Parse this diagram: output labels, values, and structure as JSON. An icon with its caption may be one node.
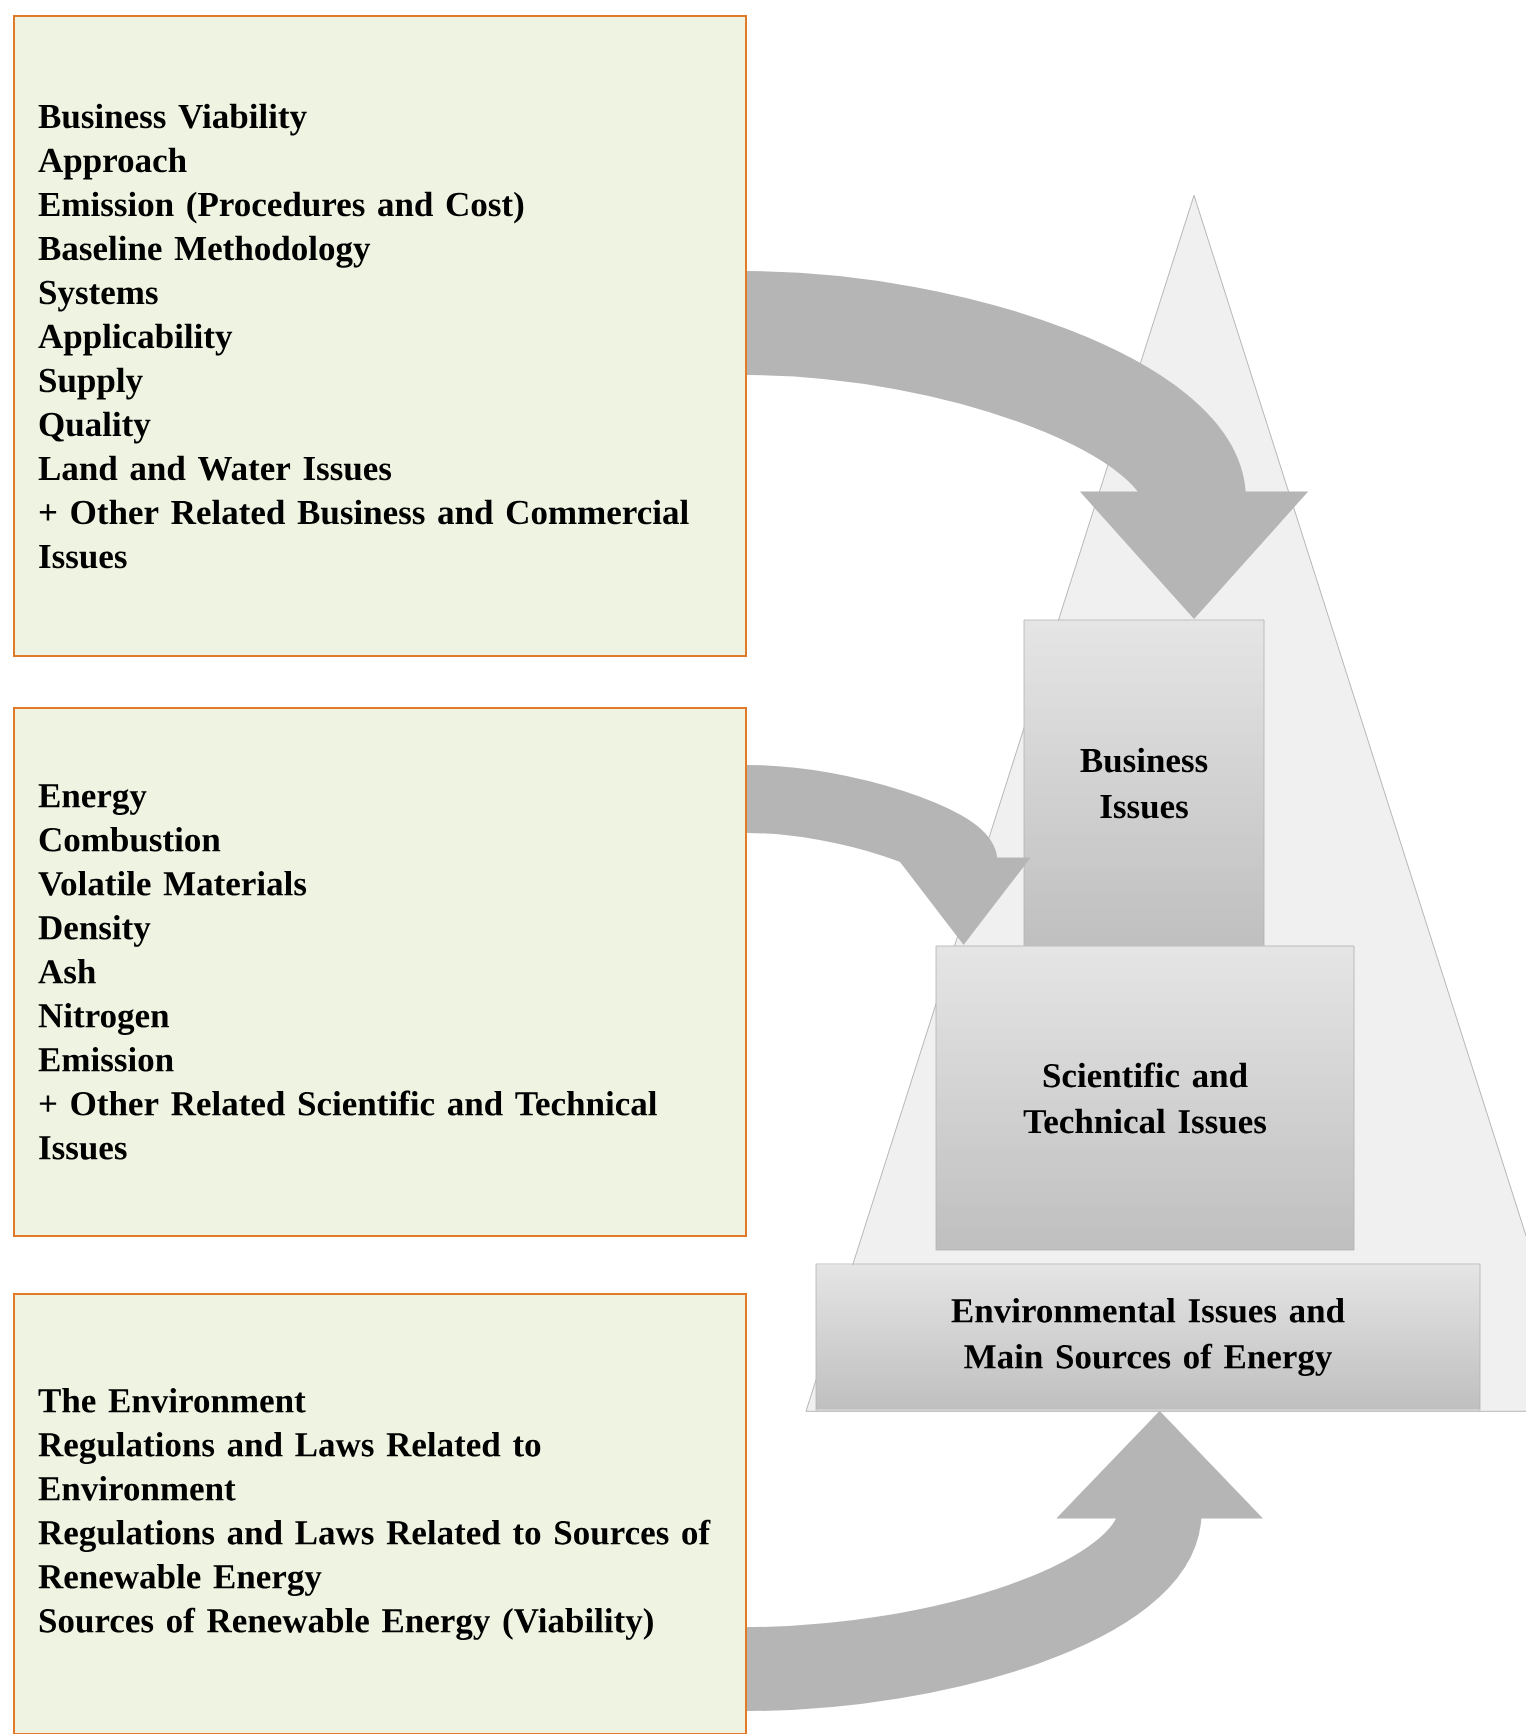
{
  "diagram": {
    "nodes": [
      {
        "text": [
          "Business Viability",
          "Approach",
          "Emission (Procedures and Cost)",
          "Baseline Methodology",
          "Systems",
          "Applicability",
          "Supply",
          "Quality",
          "Land and Water Issues",
          "+ Other Related Business and Commercial Issues"
        ]
      },
      {
        "text": [
          "Energy",
          "Combustion",
          "Volatile Materials",
          "Density",
          "Ash",
          "Nitrogen",
          "Emission",
          "+ Other Related Scientific and Technical Issues"
        ]
      },
      {
        "text": [
          "The Environment",
          "Regulations and Laws Related to Environment",
          "Regulations and Laws Related to Sources of Renewable Energy",
          "Sources of Renewable Energy (Viability)"
        ]
      },
      {
        "text": [],
        "shape": "triangle"
      },
      {
        "text": [
          "Business Issues"
        ],
        "in": 3
      },
      {
        "text": [
          "Scientific and Technical Issues"
        ],
        "in": 3
      },
      {
        "text": [
          "Environmental Issues and Main Sources of Energy"
        ],
        "in": 3
      }
    ],
    "edges": [
      {
        "from": 0,
        "to": 4,
        "arrow": "to"
      },
      {
        "from": 1,
        "to": 5,
        "arrow": "to"
      },
      {
        "from": 2,
        "to": 6,
        "arrow": "to"
      }
    ]
  }
}
